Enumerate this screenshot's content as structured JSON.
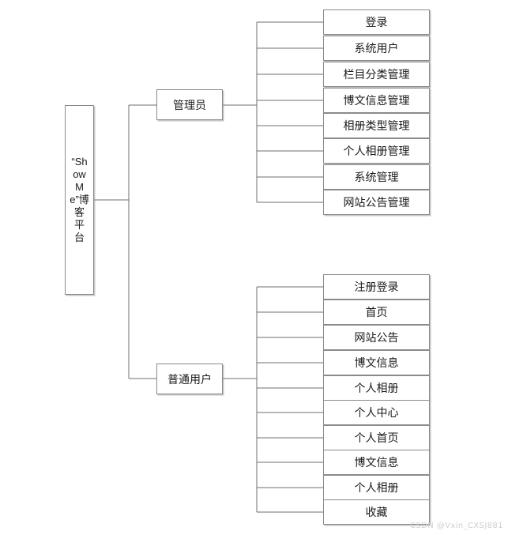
{
  "diagram": {
    "type": "tree",
    "title_text": "“Show Me”博客平台",
    "root": {
      "label": "“Show Me”博客平台"
    },
    "branches": [
      {
        "id": "admin",
        "label": "管理员",
        "children": [
          "登录",
          "系统用户",
          "栏目分类管理",
          "博文信息管理",
          "相册类型管理",
          "个人相册管理",
          "系统管理",
          "网站公告管理"
        ]
      },
      {
        "id": "user",
        "label": "普通用户",
        "children": [
          "注册登录",
          "首页",
          "网站公告",
          "博文信息",
          "个人相册",
          "个人中心",
          "个人首页",
          "博文信息",
          "个人相册",
          "收藏"
        ]
      }
    ]
  },
  "watermark": {
    "text": "CSDN @Vxin_CXSJ881"
  },
  "colors": {
    "box_border": "#8a8a8a",
    "line": "#6f6f6f",
    "text": "#1b1b1b",
    "background": "#ffffff",
    "watermark": "#cfcfcf"
  }
}
